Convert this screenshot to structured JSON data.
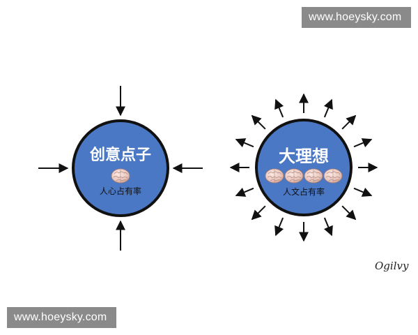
{
  "watermarks": {
    "top": "www.hoeysky.com",
    "bottom": "www.hoeysky.com"
  },
  "left_circle": {
    "title": "创意点子",
    "subtitle": "人心占有率",
    "brain_count": 1,
    "inward_arrows": 4
  },
  "right_circle": {
    "title": "大理想",
    "subtitle": "人文占有率",
    "brain_count": 4,
    "outward_arrows": 16
  },
  "signature": "Ogilvy",
  "colors": {
    "circle_fill": "#4a78c4",
    "circle_border": "#111111",
    "arrow": "#111111",
    "watermark_bg": "#8a8a8a"
  }
}
